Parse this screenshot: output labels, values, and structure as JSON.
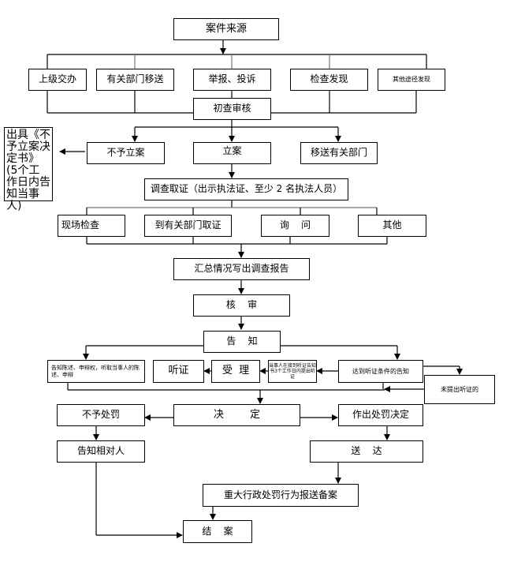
{
  "title": "行政处罚案件办理流程图",
  "nodes": {
    "case_source": "案件来源",
    "src_superior": "上级交办",
    "src_transfer": "有关部门移送",
    "src_report": "举报、投诉",
    "src_inspection": "检查发现",
    "src_other": "其他途径发现",
    "preliminary_review": "初查审核",
    "not_filed": "不予立案",
    "filed": "立案",
    "transfer_dept": "移送有关部门",
    "not_filed_notice": "出具《不予立案决定书》(5个工作日内告知当事人)",
    "investigation": "调查取证（出示执法证、至少 2 名执法人员）",
    "inv_onsite": "现场检查",
    "inv_dept": "到有关部门取证",
    "inv_inquiry": "询    问",
    "inv_other": "其他",
    "summary_report": "汇总情况写出调查报告",
    "review": "核    审",
    "notify": "告    知",
    "notify_rights": "告知陈述、申辩权，听取当事人的陈述、申辩",
    "hearing": "听证",
    "accept": "受  理",
    "hearing_request": "当事人在接到听证告知书3个工作日内提出听证",
    "hearing_condition": "达到听证条件的告知",
    "no_hearing": "未提出听证的",
    "decision": "决        定",
    "no_penalty": "不予处罚",
    "penalty_decision": "作出处罚决定",
    "notify_party": "告知相对人",
    "deliver": "送    达",
    "major_filing": "重大行政处罚行为报送备案",
    "close_case": "结    案"
  }
}
